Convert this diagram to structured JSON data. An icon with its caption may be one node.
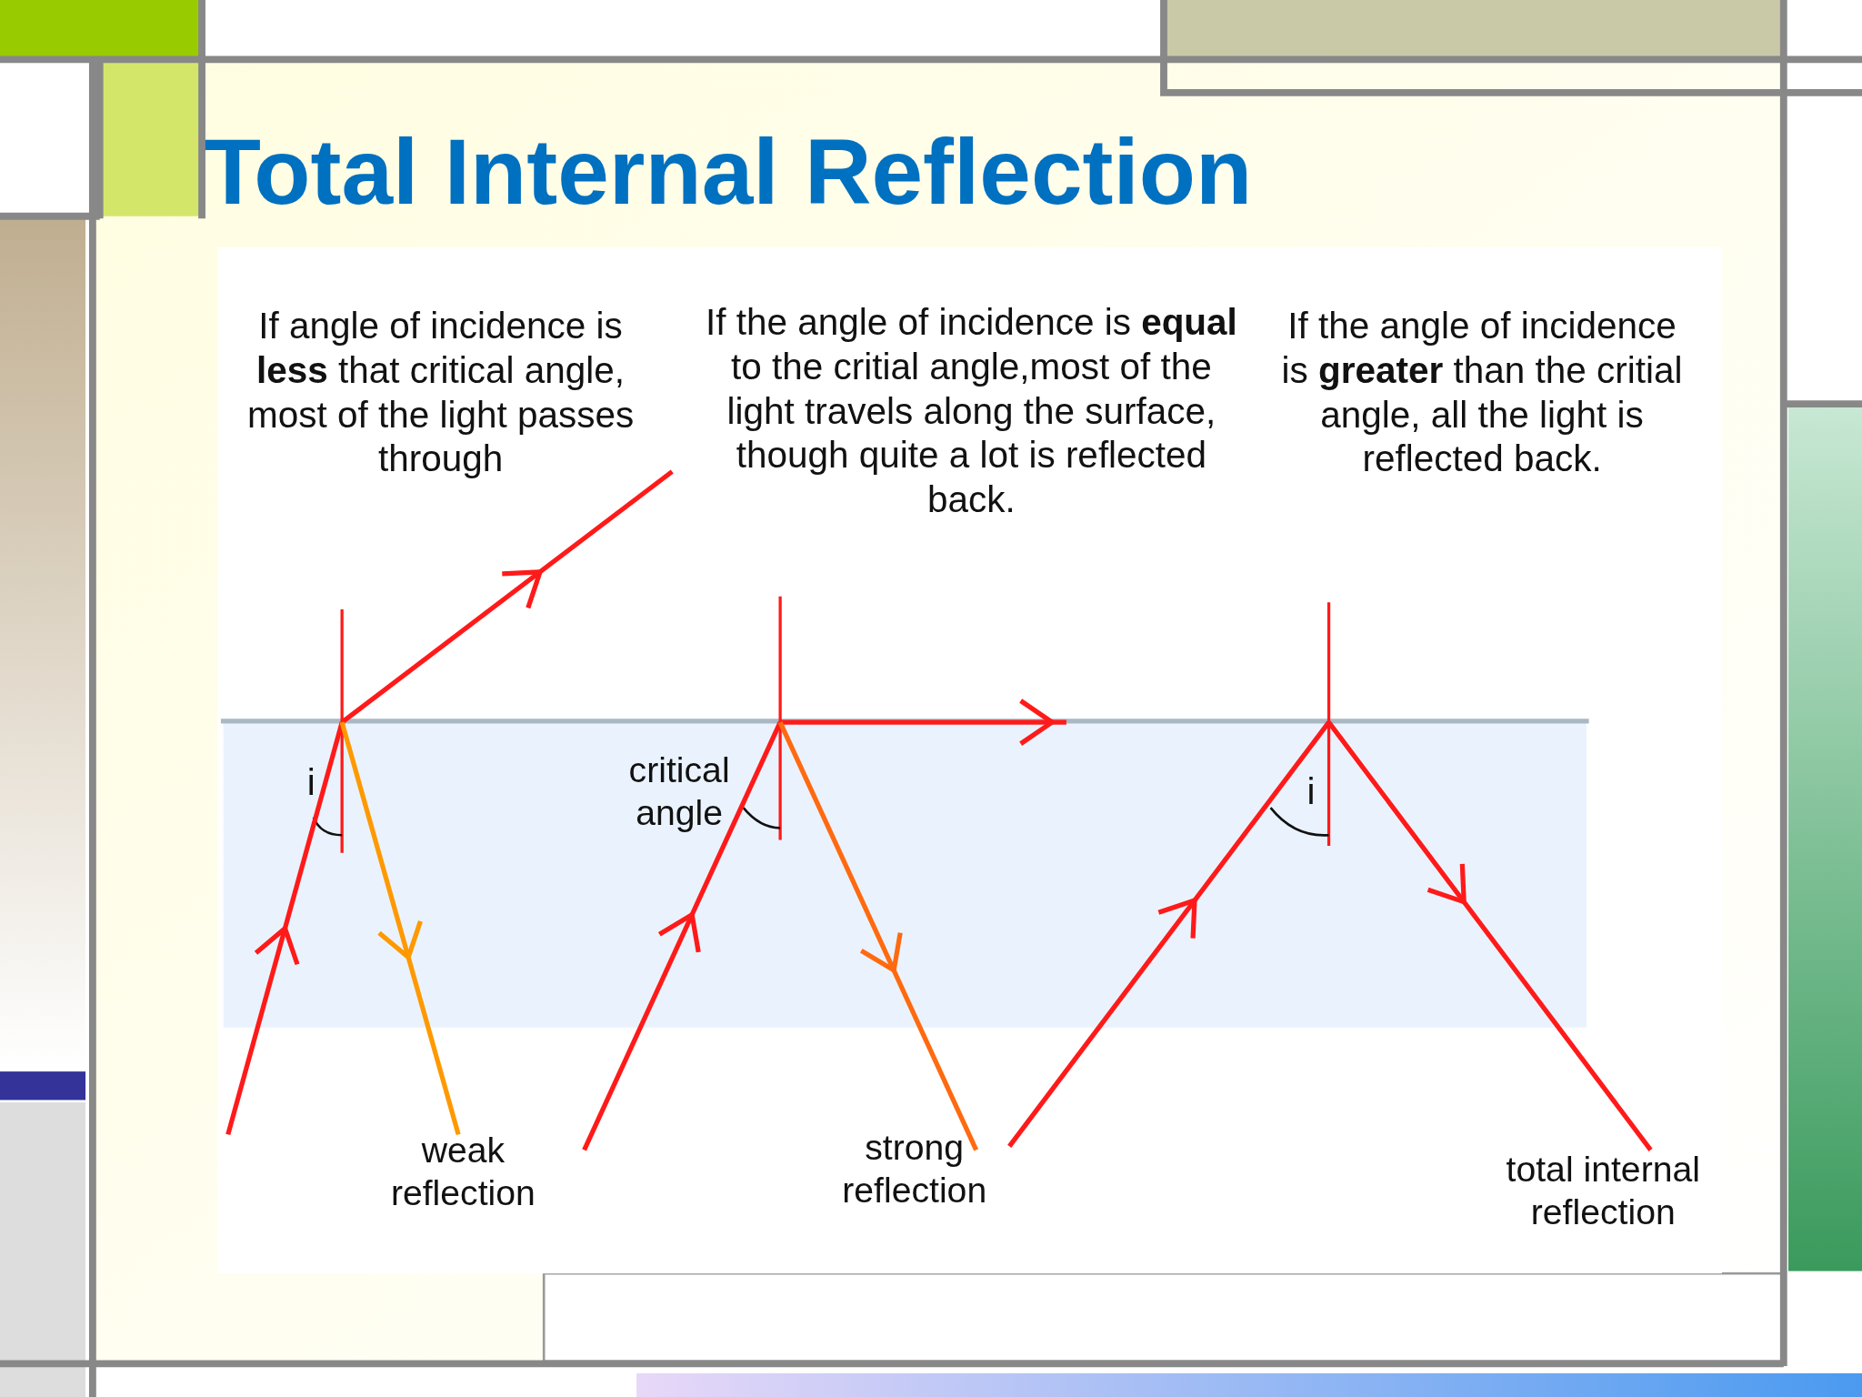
{
  "diagram": {
    "title": "Total Internal Reflection",
    "labels": [
      "If angle of incidence is **less** that critical angle, most of the light passes through",
      "If the angle of incidence is **equal** to the critial angle,most of the light travels along the surface, though quite a lot is reflected back.",
      "If the angle of incidence is **greater** than the critial angle, all the light is reflected back.",
      "i",
      "critical angle",
      "i",
      "weak reflection",
      "strong reflection",
      "total internal reflection"
    ]
  }
}
